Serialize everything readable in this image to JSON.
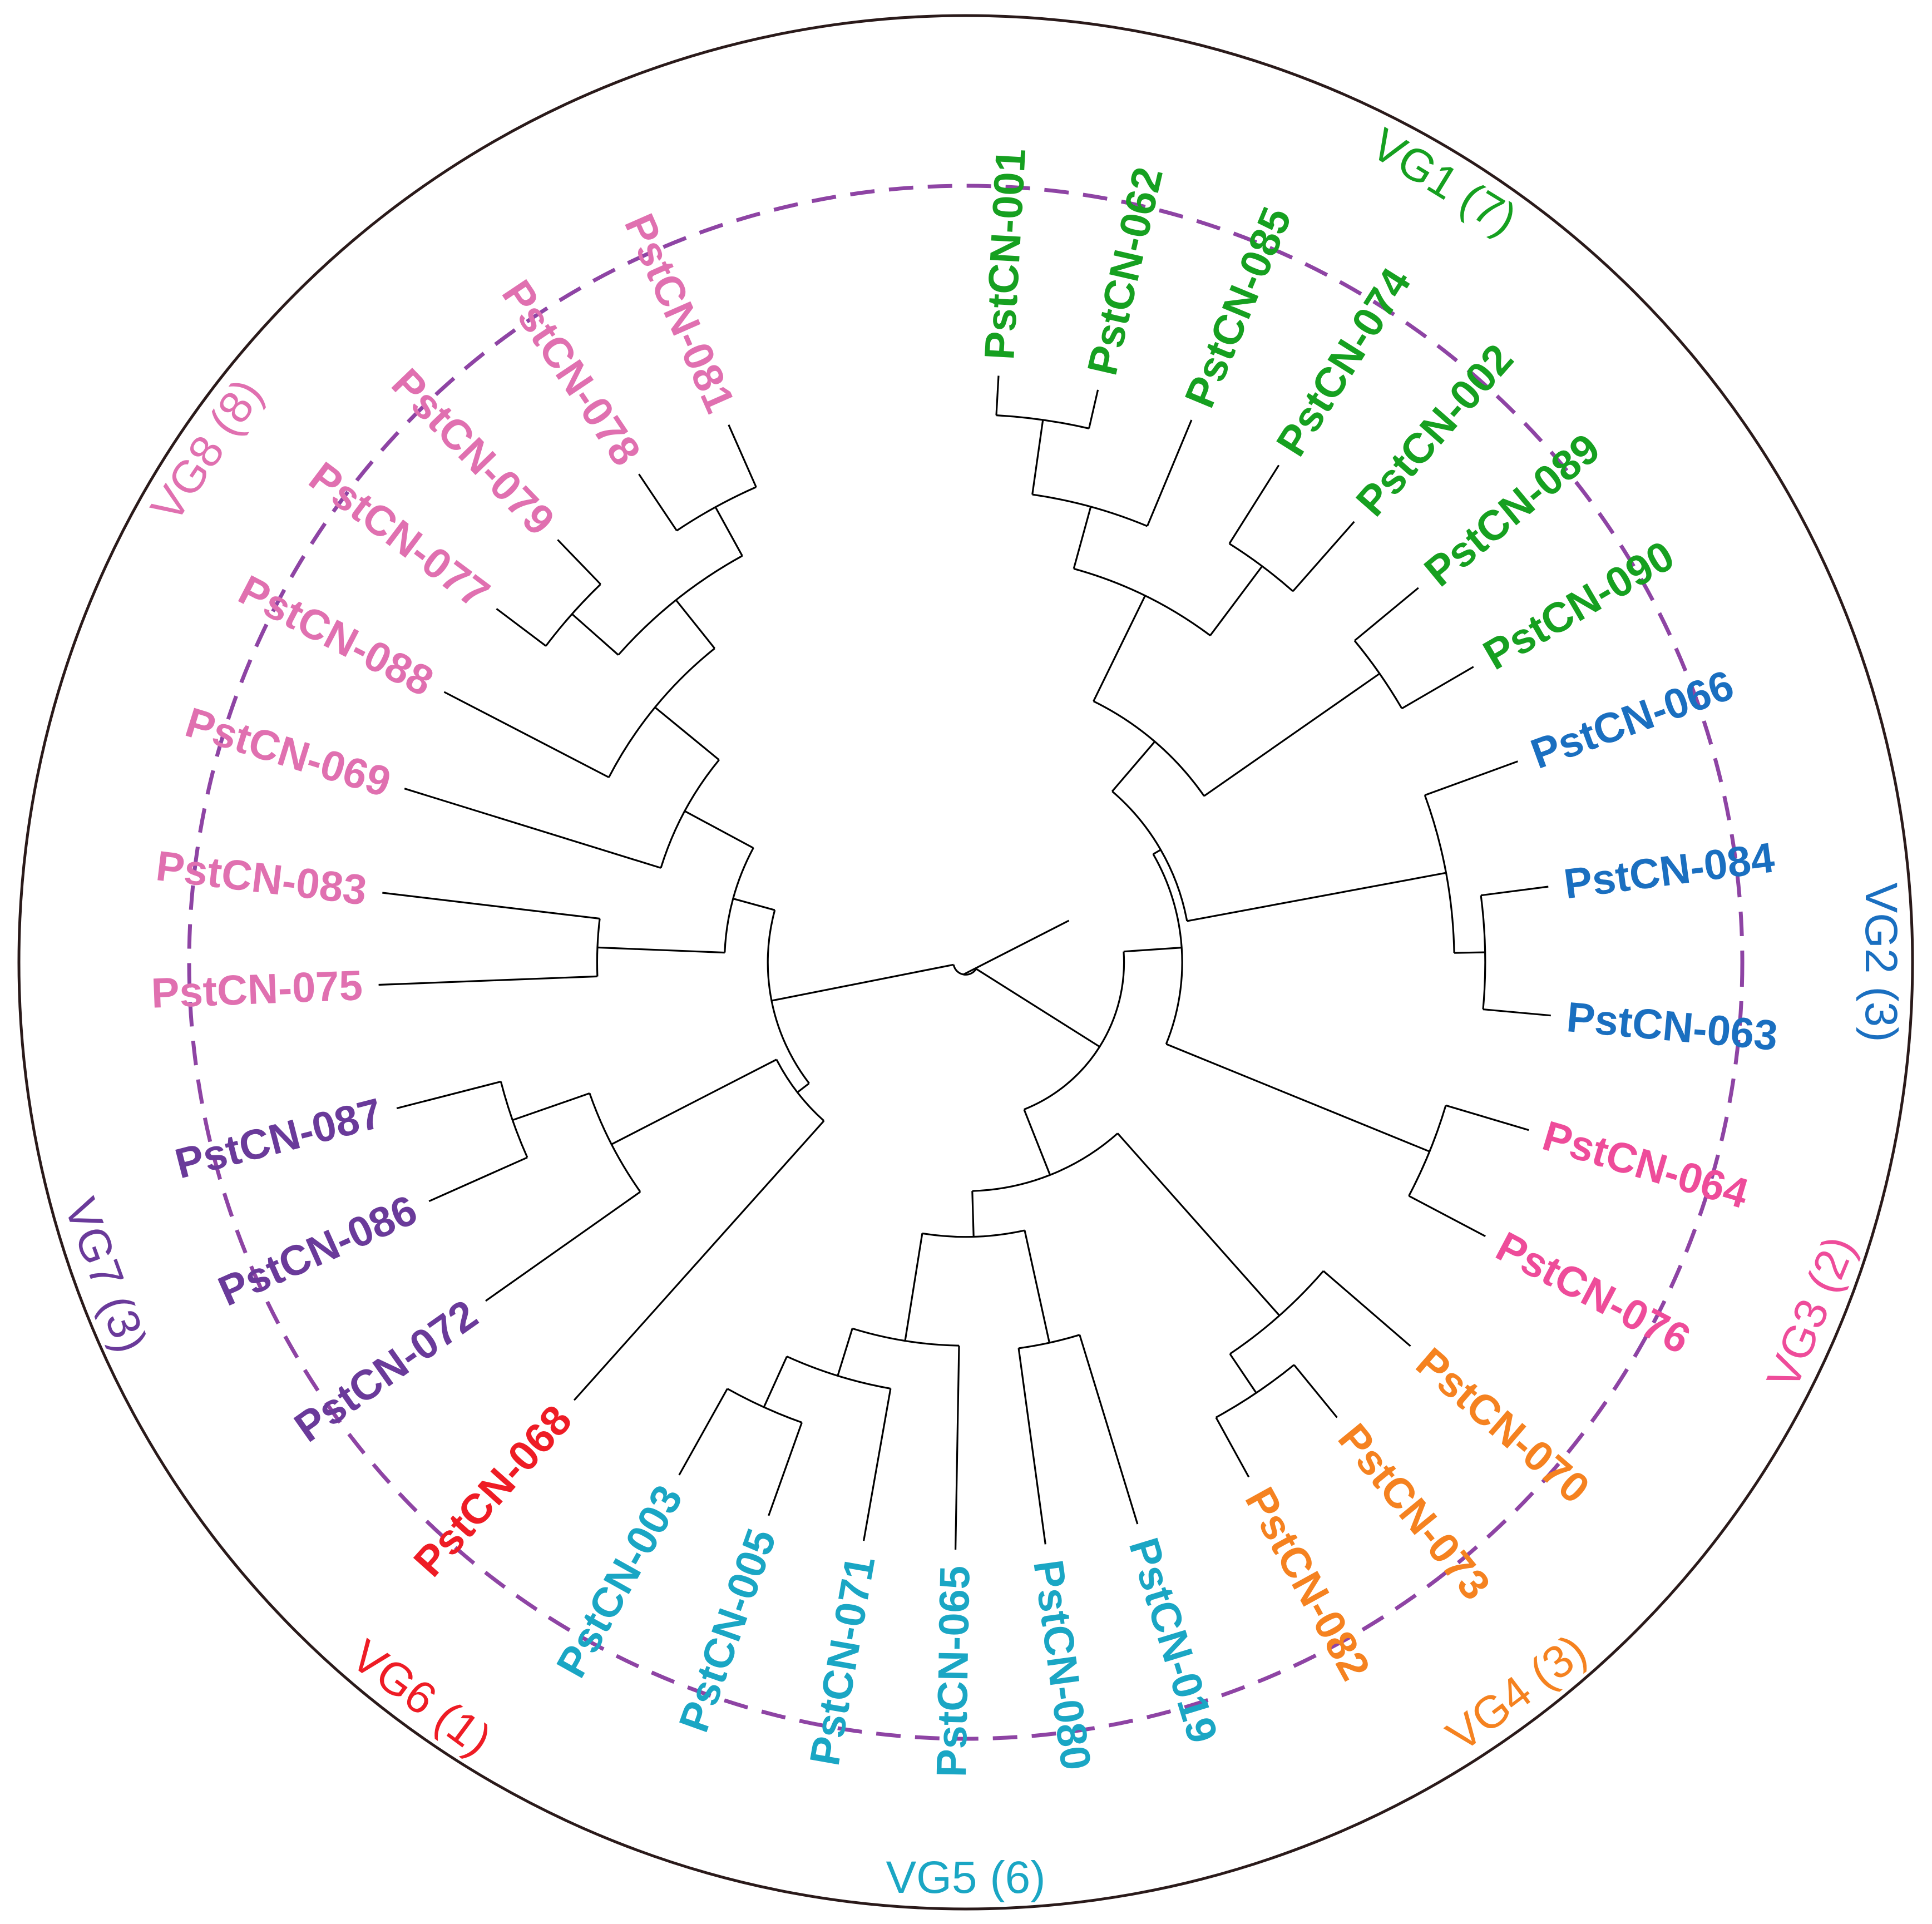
{
  "tree": {
    "groups": [
      {
        "label": "VG1 (7)",
        "color": "#16a020",
        "leaves": [
          "PstCN-001",
          "PstCN-062",
          "PstCN-085",
          "PstCN-074",
          "PstCN-002",
          "PstCN-089",
          "PstCN-090"
        ]
      },
      {
        "label": "VG2 (3)",
        "color": "#1a6fc0",
        "leaves": [
          "PstCN-066",
          "PstCN-084",
          "PstCN-063"
        ]
      },
      {
        "label": "VG3 (2)",
        "color": "#ee4c9a",
        "leaves": [
          "PstCN-064",
          "PstCN-076"
        ]
      },
      {
        "label": "VG4 (3)",
        "color": "#f58220",
        "leaves": [
          "PstCN-070",
          "PstCN-073",
          "PstCN-082"
        ]
      },
      {
        "label": "VG5 (6)",
        "color": "#1aa6c4",
        "leaves": [
          "PstCN-019",
          "PstCN-080",
          "PstCN-065",
          "PstCN-071",
          "PstCN-005",
          "PstCN-003"
        ]
      },
      {
        "label": "VG6 (1)",
        "color": "#ee1c25",
        "leaves": [
          "PstCN-068"
        ]
      },
      {
        "label": "VG7 (3)",
        "color": "#6a3a9a",
        "leaves": [
          "PstCN-072",
          "PstCN-086",
          "PstCN-087"
        ]
      },
      {
        "label": "VG8 (8)",
        "color": "#e070b0",
        "leaves": [
          "PstCN-075",
          "PstCN-083",
          "PstCN-069",
          "PstCN-088",
          "PstCN-077",
          "PstCN-079",
          "PstCN-078",
          "PstCN-081"
        ]
      }
    ],
    "threshold_ring_color": "#8e44a4",
    "outer_ring_color": "#2a1a1a"
  }
}
